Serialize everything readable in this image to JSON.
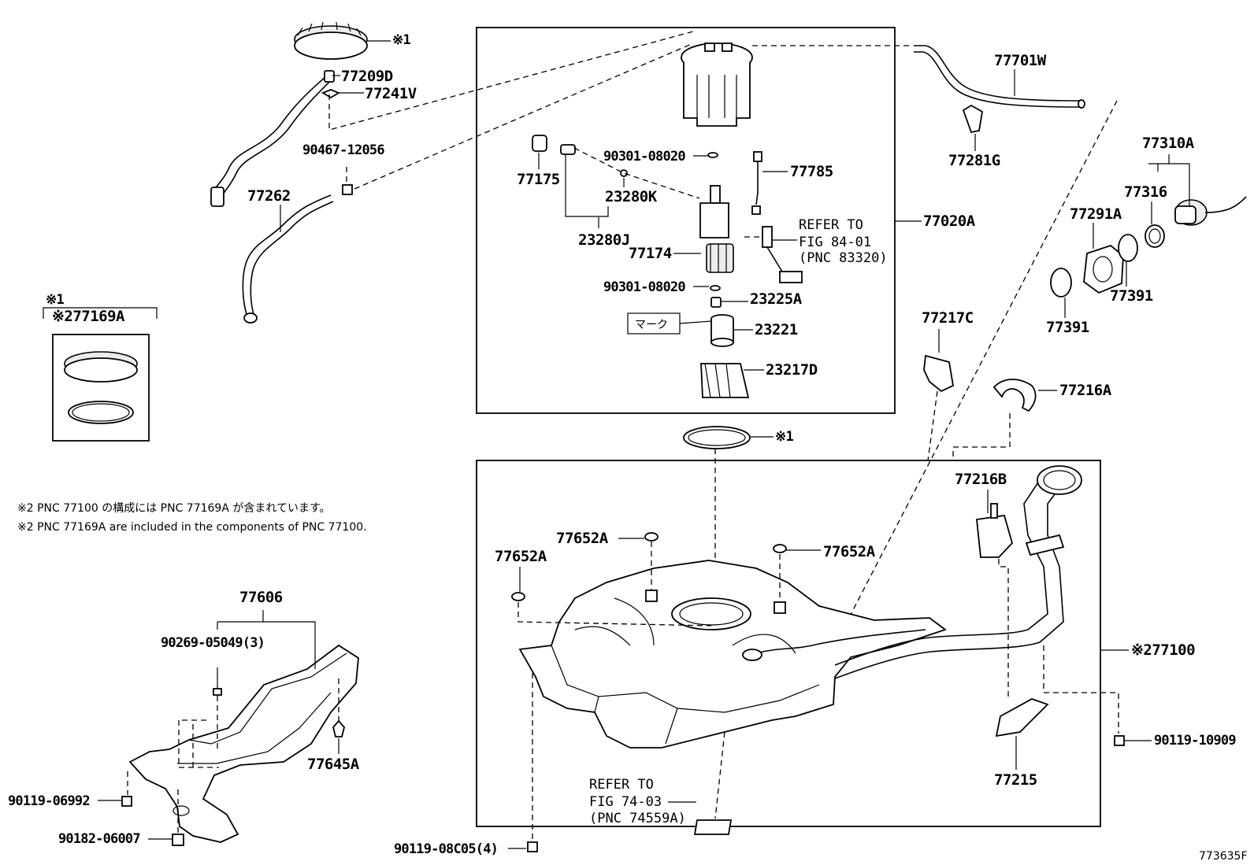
{
  "diagram": {
    "labels": {
      "ring_note_top": "※1",
      "p77209D": "77209D",
      "p77241V": "77241V",
      "p90467_12056": "90467-12056",
      "p77262": "77262",
      "ring_note_box": "※1",
      "p77169A": "※277169A",
      "p90301_08020_a": "90301-08020",
      "p77175": "77175",
      "p23280K": "23280K",
      "p23280J": "23280J",
      "p77785": "77785",
      "p77174": "77174",
      "p90301_08020_b": "90301-08020",
      "p23225A": "23225A",
      "mark": "マーク",
      "p23221": "23221",
      "p23217D": "23217D",
      "p77020A": "77020A",
      "refer_a_1": "REFER TO",
      "refer_a_2": "FIG 84-01",
      "refer_a_3": "(PNC 83320)",
      "p77701W": "77701W",
      "p77281G": "77281G",
      "p77310A": "77310A",
      "p77316": "77316",
      "p77291A": "77291A",
      "p77391_a": "77391",
      "p77391_b": "77391",
      "p77217C": "77217C",
      "p77216A": "77216A",
      "gasket_note": "※1",
      "note_jp": "※2 PNC 77100 の構成には PNC 77169A が含まれています。",
      "note_en": "※2 PNC 77169A are included in the components of PNC 77100.",
      "p77606": "77606",
      "p90269_05049": "90269-05049(3)",
      "p77645A": "77645A",
      "p90119_06992": "90119-06992",
      "p90182_06007": "90182-06007",
      "p77652A_a": "77652A",
      "p77652A_b": "77652A",
      "p77652A_c": "77652A",
      "p77216B": "77216B",
      "p77100": "※277100",
      "p90119_10909": "90119-10909",
      "p77215": "77215",
      "refer_b_1": "REFER TO",
      "refer_b_2": "FIG 74-03",
      "refer_b_3": "(PNC 74559A)",
      "p90119_08C05": "90119-08C05(4)",
      "fig_code": "773635F"
    }
  }
}
